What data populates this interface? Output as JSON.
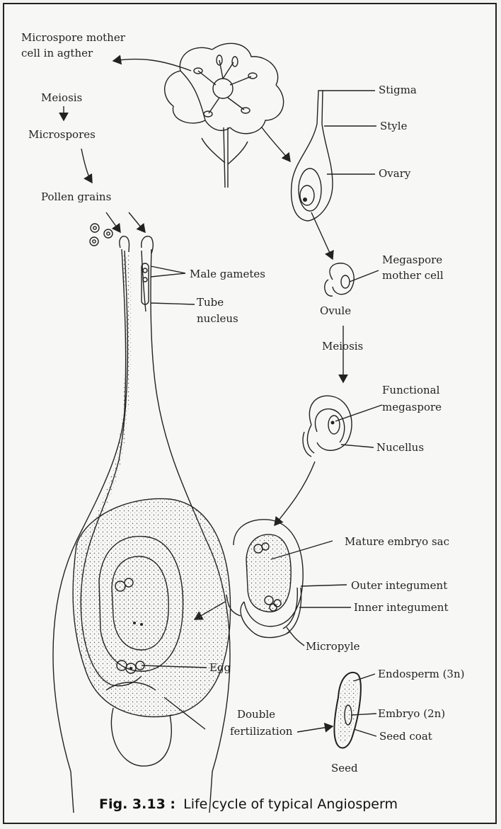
{
  "labels": {
    "microspore_mother_cell_line1": "Microspore mother",
    "microspore_mother_cell_line2": "cell in agther",
    "meiosis_left": "Meiosis",
    "microspores": "Microspores",
    "pollen_grains": "Pollen grains",
    "male_gametes": "Male gametes",
    "tube_nucleus_line1": "Tube",
    "tube_nucleus_line2": "nucleus",
    "stigma": "Stigma",
    "style": "Style",
    "ovary": "Ovary",
    "megaspore_mother_cell_line1": "Megaspore",
    "megaspore_mother_cell_line2": "mother cell",
    "ovule": "Ovule",
    "meiosis_right": "Meiosis",
    "functional_megaspore_line1": "Functional",
    "functional_megaspore_line2": "megaspore",
    "nucellus": "Nucellus",
    "mature_embryo_sac": "Mature embryo sac",
    "outer_integument": "Outer integument",
    "inner_integument": "Inner integument",
    "micropyle": "Micropyle",
    "egg": "Egg",
    "double_fertilization_line1": "Double",
    "double_fertilization_line2": "fertilization",
    "endosperm": "Endosperm (3n)",
    "embryo": "Embryo (2n)",
    "seed_coat": "Seed coat",
    "seed": "Seed"
  },
  "caption": {
    "prefix": "Fig. 3.13 :",
    "text": "Life cycle of typical Angiosperm"
  }
}
